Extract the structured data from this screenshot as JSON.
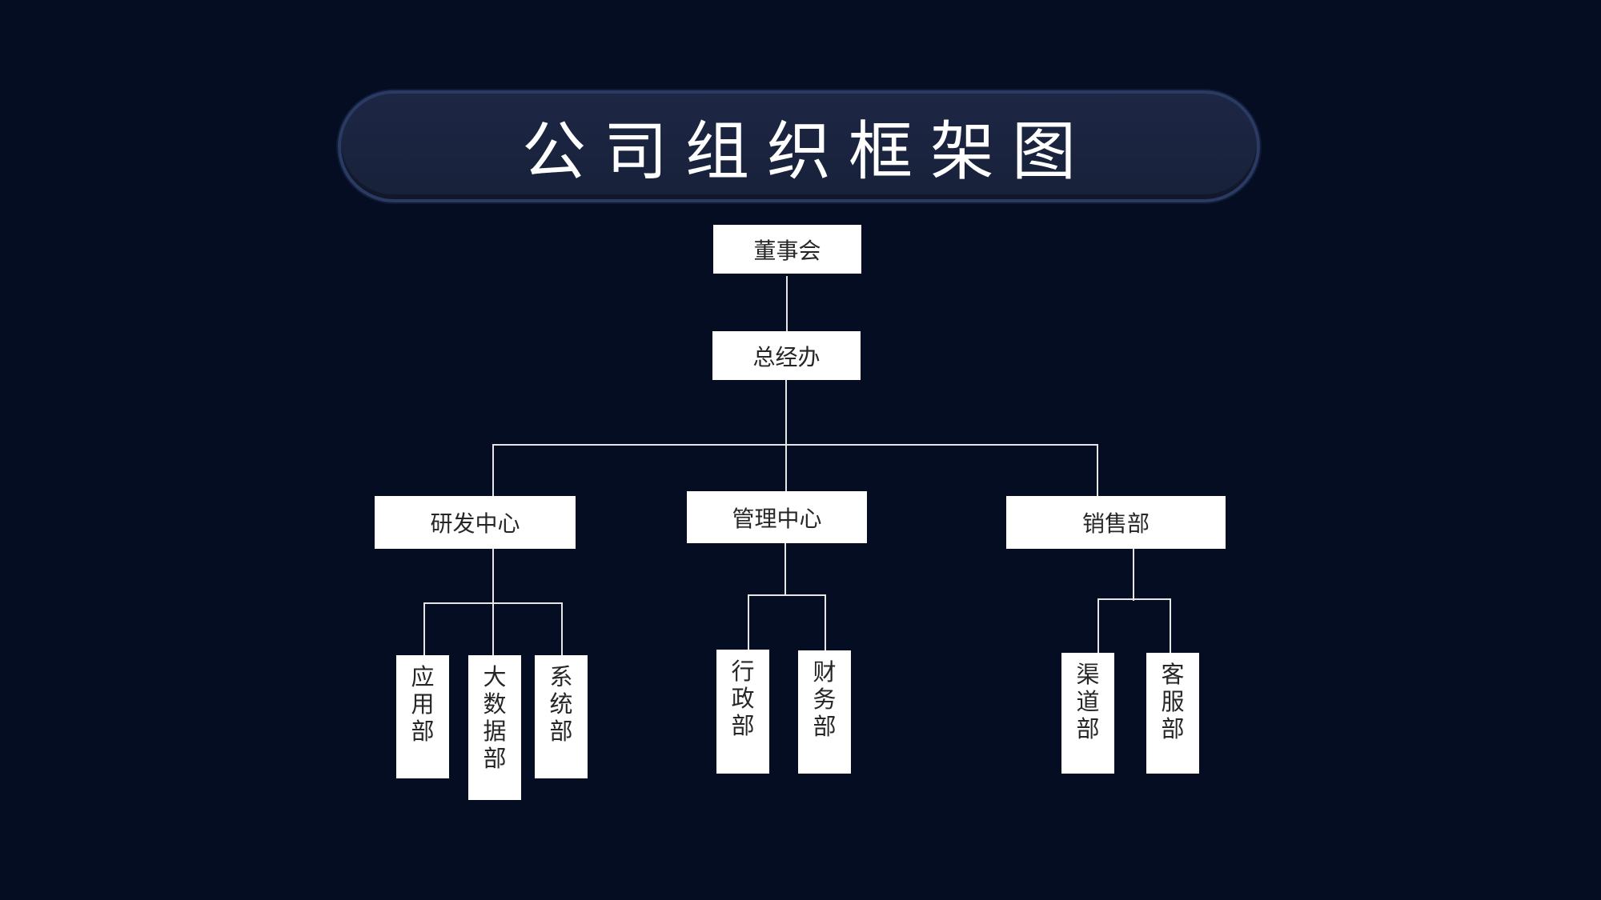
{
  "title": "公司组织框架图",
  "nodes": {
    "board": "董事会",
    "gm_office": "总经办",
    "rd_center": "研发中心",
    "mgmt_center": "管理中心",
    "sales_dept": "销售部",
    "app_dept": "应用部",
    "bigdata_dept": "大数据部",
    "system_dept": "系统部",
    "admin_dept": "行政部",
    "finance_dept": "财务部",
    "channel_dept": "渠道部",
    "service_dept": "客服部"
  },
  "colors": {
    "background": "#040d21",
    "banner": "#1d2745",
    "box": "#ffffff",
    "line": "#e6e6e6",
    "box_text": "#262626"
  }
}
